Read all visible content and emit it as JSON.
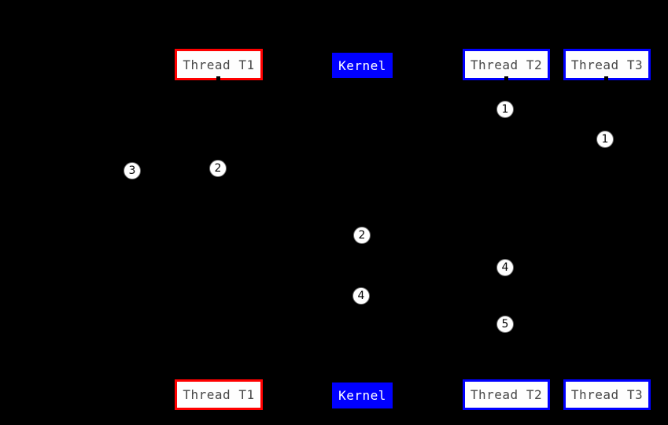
{
  "diagram": {
    "type": "sequence-diagram",
    "background_color": "#000000",
    "colors": {
      "thread_t1_border": "#FF0000",
      "thread_t2_border": "#0000FF",
      "thread_t3_border": "#0000FF",
      "kernel_fill": "#0000FF",
      "thread_box_fill": "#FEFEFE",
      "thread_box_text": "#474747",
      "kernel_text": "#FFFFFF",
      "badge_fill": "#FFFFFF",
      "badge_text": "#000000",
      "lifeline": "#000000"
    },
    "participants": [
      {
        "id": "thread-t1",
        "label": "Thread T1"
      },
      {
        "id": "kernel",
        "label": "Kernel"
      },
      {
        "id": "thread-t2",
        "label": "Thread T2"
      },
      {
        "id": "thread-t3",
        "label": "Thread T3"
      }
    ],
    "message_numbers": [
      "1",
      "1",
      "2",
      "3",
      "2",
      "4",
      "4",
      "5"
    ]
  }
}
